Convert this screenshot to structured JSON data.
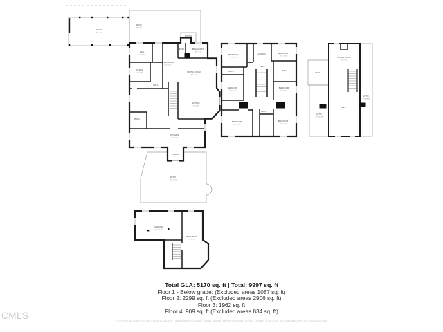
{
  "watermark": {
    "text": "CMLS"
  },
  "summary": {
    "title": "Total GLA: 5170 sq. ft | Total: 9997 sq. ft",
    "lines": [
      "Floor 1 - Below grade: (Excluded areas 1087 sq. ft)",
      "Floor 2: 2299 sq. ft (Excluded areas 2906 sq. ft)",
      "Floor 3: 1962 sq. ft",
      "Floor 4: 909 sq. ft (Excluded areas 834 sq. ft)"
    ],
    "disclaimer": "FLOOR PLAN | CREATED WITH CUBICASA APP | MEASUREMENTS AND AREAS SHOWN ARE APPROXIMATE | NOT DRAWN TO SCALE | ALL INFORMATION NOT GUARANTEED"
  },
  "colors": {
    "wall": "#1c1c1c",
    "thin_line": "#9a9a9a",
    "label": "#4f4f4f",
    "watermark": "#cdcdcd"
  },
  "plans": {
    "floor2": {
      "rooms": {
        "roof": {
          "label": "ROOF",
          "dims": "BELOW"
        },
        "deck": {
          "label": "DECK",
          "dims": "38'7 x 12'4"
        },
        "porch_top": {
          "label": "PORCH"
        },
        "den": {
          "label": "DEN",
          "dims": "11'6 x 9'0"
        },
        "breakfast": {
          "label": "BREAKFAST",
          "dims": "9'8 x 7'4"
        },
        "bath_top": {
          "label": "BATH"
        },
        "office": {
          "label": "OFFICE",
          "dims": "10'0 x 9'2"
        },
        "living": {
          "label": "LIVING ROOM",
          "dims": "17'4 x 13'0"
        },
        "hall": {
          "label": "HALL"
        },
        "dining": {
          "label": "DINING ROOM",
          "dims": "13'6 x 12'8"
        },
        "sunroom": {
          "label": "SITTING",
          "dims": "12'0 x 9'6"
        },
        "bath2": {
          "label": "BATH"
        },
        "kitchen": {
          "label": "KITCHEN",
          "dims": "21'0 x 13'4"
        },
        "porch_bot": {
          "label": "PORCH"
        },
        "patio": {
          "label": "PATIO",
          "dims": "30'0 x 22'0"
        }
      }
    },
    "floor3": {
      "rooms": {
        "bed1": {
          "label": "BEDROOM",
          "dims": "12'0 x 11'4"
        },
        "laundry": {
          "label": "LAUNDRY"
        },
        "bed2": {
          "label": "BEDROOM",
          "dims": "12'6 x 10'0"
        },
        "bath1": {
          "label": "BATH"
        },
        "hall1": {
          "label": "HALL"
        },
        "bath2": {
          "label": "BATH"
        },
        "bed3": {
          "label": "BEDROOM",
          "dims": "13'0 x 12'0"
        },
        "bed4": {
          "label": "BEDROOM",
          "dims": "12'0 x 11'0"
        },
        "hall2": {
          "label": "HALL"
        },
        "bed5": {
          "label": "BEDROOM",
          "dims": "12'4 x 10'6"
        },
        "bed6": {
          "label": "BEDROOM",
          "dims": "13'0 x 11'0"
        }
      }
    },
    "floor4": {
      "rooms": {
        "bonus": {
          "label": "BONUS ROOM",
          "dims": "20'0 x 15'6"
        },
        "attic1": {
          "label": "ATTIC"
        },
        "attic2": {
          "label": "ATTIC",
          "dims": "STORAGE"
        },
        "hall": {
          "label": "HALL"
        },
        "attic3": {
          "label": "ATTIC",
          "dims": "STORAGE"
        }
      }
    },
    "floor1": {
      "rooms": {
        "garage": {
          "label": "GARAGE",
          "dims": "22'6 x 13'0"
        },
        "basement": {
          "label": "BASEMENT",
          "dims": "9'8 x 23'0"
        }
      }
    }
  }
}
